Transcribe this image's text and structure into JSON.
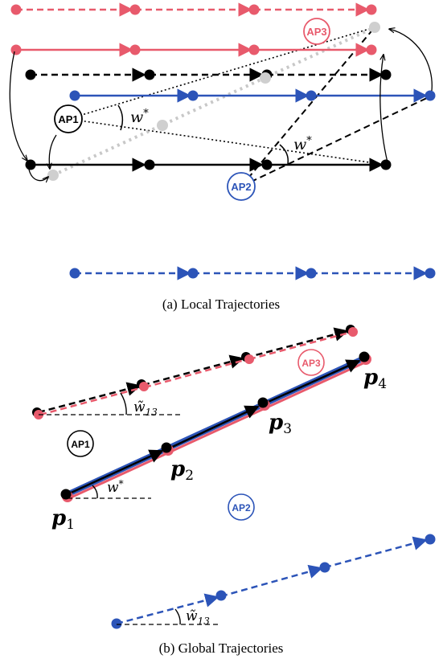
{
  "colors": {
    "red": "#e85a6c",
    "blue": "#2c54b8",
    "black": "#000000",
    "gray": "#c8c8c8"
  },
  "captions": {
    "a": "(a) Local Trajectories",
    "b": "(b) Global Trajectories"
  },
  "access_points": {
    "ap1": "AP1",
    "ap2": "AP2",
    "ap3": "AP3"
  },
  "angles": {
    "w_star": "w",
    "w_star_sup": "*",
    "w_tilde_13": "w̃",
    "w_tilde_13_sub": "13"
  },
  "points": {
    "p": "p",
    "p1_sub": "1",
    "p2_sub": "2",
    "p3_sub": "3",
    "p4_sub": "4"
  }
}
